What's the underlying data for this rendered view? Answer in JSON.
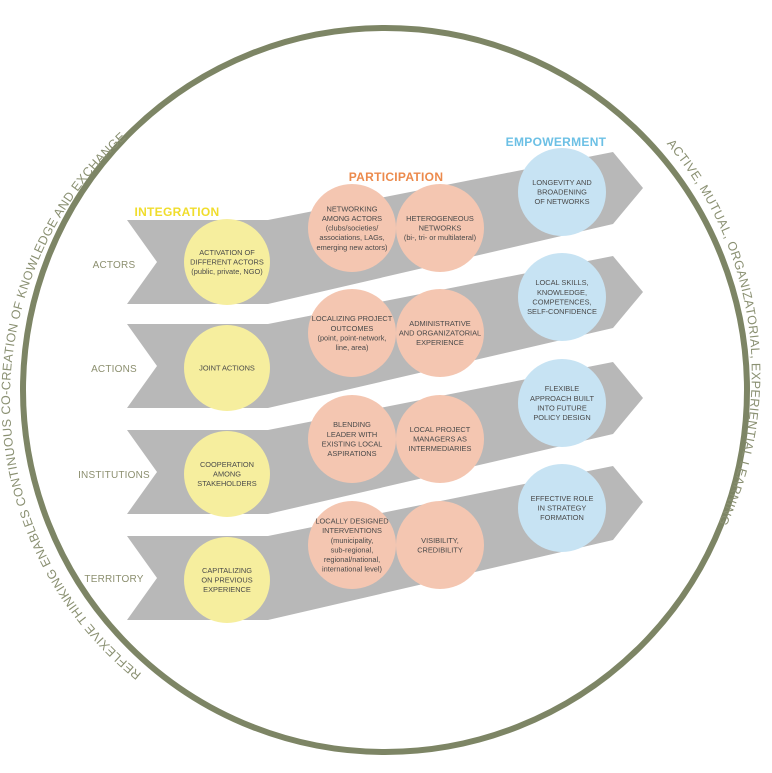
{
  "colors": {
    "ring": "#7d8565",
    "band": "#b8b8b8",
    "integration": "#f6ee9e",
    "participation": "#f4c6b1",
    "empowerment": "#c7e3f3",
    "integration_title": "#f0dd2c",
    "participation_title": "#ec8a4c",
    "empowerment_title": "#6cc0e5",
    "row_label": "#8c8f6f",
    "ring_text": "#8a9072"
  },
  "ring_text": {
    "left": "REFLEXIVE THINKING ENABLES CONTINUOUS CO-CREATION OF KNOWLEDGE AND EXCHANGE",
    "right": "ACTIVE, MUTUAL, ORGANIZATORIAL, EXPERIENTIAL LEARNING"
  },
  "stages": {
    "integration": "INTEGRATION",
    "participation": "PARTICIPATION",
    "empowerment": "EMPOWERMENT"
  },
  "rows": [
    {
      "label": "ACTORS",
      "integration": [
        "ACTIVATION OF",
        "DIFFERENT ACTORS",
        "(public, private, NGO)"
      ],
      "participation_1": [
        "NETWORKING",
        "AMONG ACTORS",
        "(clubs/societies/",
        "associations, LAGs,",
        "emerging new actors)"
      ],
      "participation_2": [
        "HETEROGENEOUS",
        "NETWORKS",
        "(bi-, tri- or multilateral)"
      ],
      "empowerment": [
        "LONGEVITY AND",
        "BROADENING",
        "OF NETWORKS"
      ]
    },
    {
      "label": "ACTIONS",
      "integration": [
        "JOINT ACTIONS"
      ],
      "participation_1": [
        "LOCALIZING PROJECT",
        "OUTCOMES",
        "(point, point-network,",
        "line, area)"
      ],
      "participation_2": [
        "ADMINISTRATIVE",
        "AND ORGANIZATORIAL",
        "EXPERIENCE"
      ],
      "empowerment": [
        "LOCAL SKILLS,",
        "KNOWLEDGE,",
        "COMPETENCES,",
        "SELF-CONFIDENCE"
      ]
    },
    {
      "label": "INSTITUTIONS",
      "integration": [
        "COOPERATION",
        "AMONG",
        "STAKEHOLDERS"
      ],
      "participation_1": [
        "BLENDING",
        "LEADER WITH",
        "EXISTING LOCAL",
        "ASPIRATIONS"
      ],
      "participation_2": [
        "LOCAL PROJECT",
        "MANAGERS AS",
        "INTERMEDIARIES"
      ],
      "empowerment": [
        "FLEXIBLE",
        "APPROACH BUILT",
        "INTO FUTURE",
        "POLICY DESIGN"
      ]
    },
    {
      "label": "TERRITORY",
      "integration": [
        "CAPITALIZING",
        "ON PREVIOUS",
        "EXPERIENCE"
      ],
      "participation_1": [
        "LOCALLY DESIGNED",
        "INTERVENTIONS",
        "(municipality,",
        "sub-regional,",
        "regional/national,",
        "international level)"
      ],
      "participation_2": [
        "VISIBILITY,",
        "CREDIBILITY"
      ],
      "empowerment": [
        "EFFECTIVE ROLE",
        "IN STRATEGY",
        "FORMATION"
      ]
    }
  ]
}
